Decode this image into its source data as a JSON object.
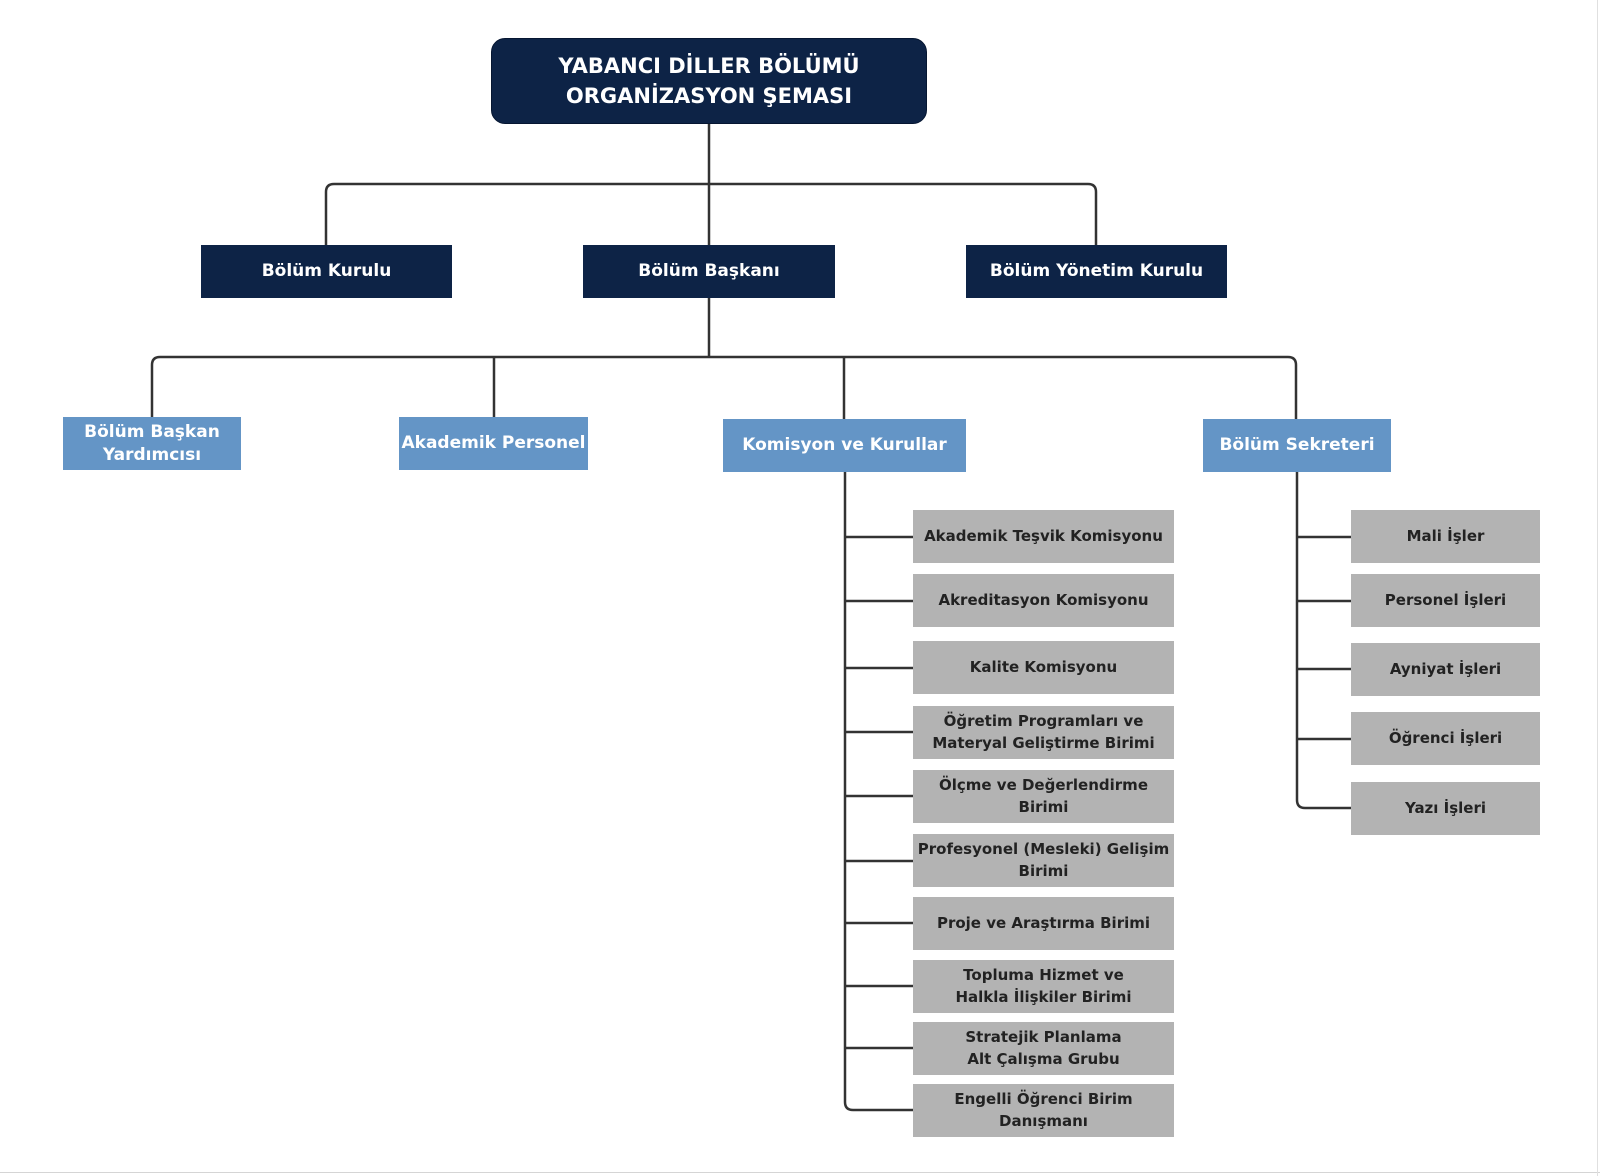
{
  "title_lines": "YABANCI DİLLER BÖLÜMÜ\nORGANİZASYON ŞEMASI",
  "level1": {
    "left": "Bölüm Kurulu",
    "center": "Bölüm Başkanı",
    "right": "Bölüm Yönetim Kurulu"
  },
  "level2": {
    "deputy": "Bölüm Başkan\nYardımcısı",
    "academic": "Akademik Personel",
    "commissions": "Komisyon ve Kurullar",
    "secretary": "Bölüm Sekreteri"
  },
  "commissions": [
    "Akademik Teşvik Komisyonu",
    "Akreditasyon Komisyonu",
    "Kalite Komisyonu",
    "Öğretim Programları ve\nMateryal Geliştirme Birimi",
    "Ölçme ve Değerlendirme Birimi",
    "Profesyonel (Mesleki) Gelişim\nBirimi",
    "Proje ve Araştırma Birimi",
    "Topluma Hizmet ve\nHalkla İlişkiler Birimi",
    "Stratejik Planlama\nAlt Çalışma Grubu",
    "Engelli Öğrenci Birim Danışmanı"
  ],
  "secretary_units": [
    "Mali İşler",
    "Personel İşleri",
    "Ayniyat İşleri",
    "Öğrenci İşleri",
    "Yazı İşleri"
  ],
  "colors": {
    "navy": "#0d2346",
    "steel_blue": "#6495c6",
    "gray": "#b3b3b3",
    "connector": "#333333"
  }
}
